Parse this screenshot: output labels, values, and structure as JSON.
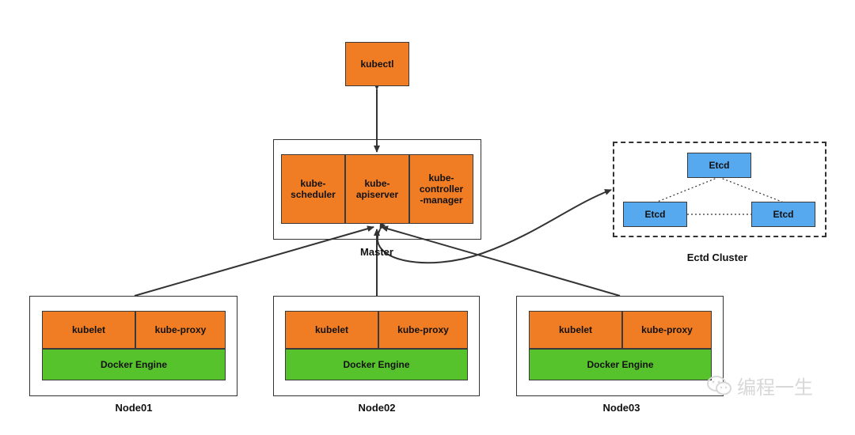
{
  "kubectl": "kubectl",
  "master": {
    "caption": "Master",
    "components": [
      "kube-\nscheduler",
      "kube-\napiserver",
      "kube-\ncontroller\n-manager"
    ]
  },
  "etcd": {
    "caption": "Ectd Cluster",
    "nodes": [
      "Etcd",
      "Etcd",
      "Etcd"
    ]
  },
  "nodes": [
    {
      "name": "Node01",
      "kubelet": "kubelet",
      "proxy": "kube-proxy",
      "engine": "Docker Engine"
    },
    {
      "name": "Node02",
      "kubelet": "kubelet",
      "proxy": "kube-proxy",
      "engine": "Docker Engine"
    },
    {
      "name": "Node03",
      "kubelet": "kubelet",
      "proxy": "kube-proxy",
      "engine": "Docker Engine"
    }
  ],
  "watermark": "编程一生",
  "colors": {
    "component": "#f07d24",
    "engine": "#56c22c",
    "etcd": "#56a9ee"
  }
}
